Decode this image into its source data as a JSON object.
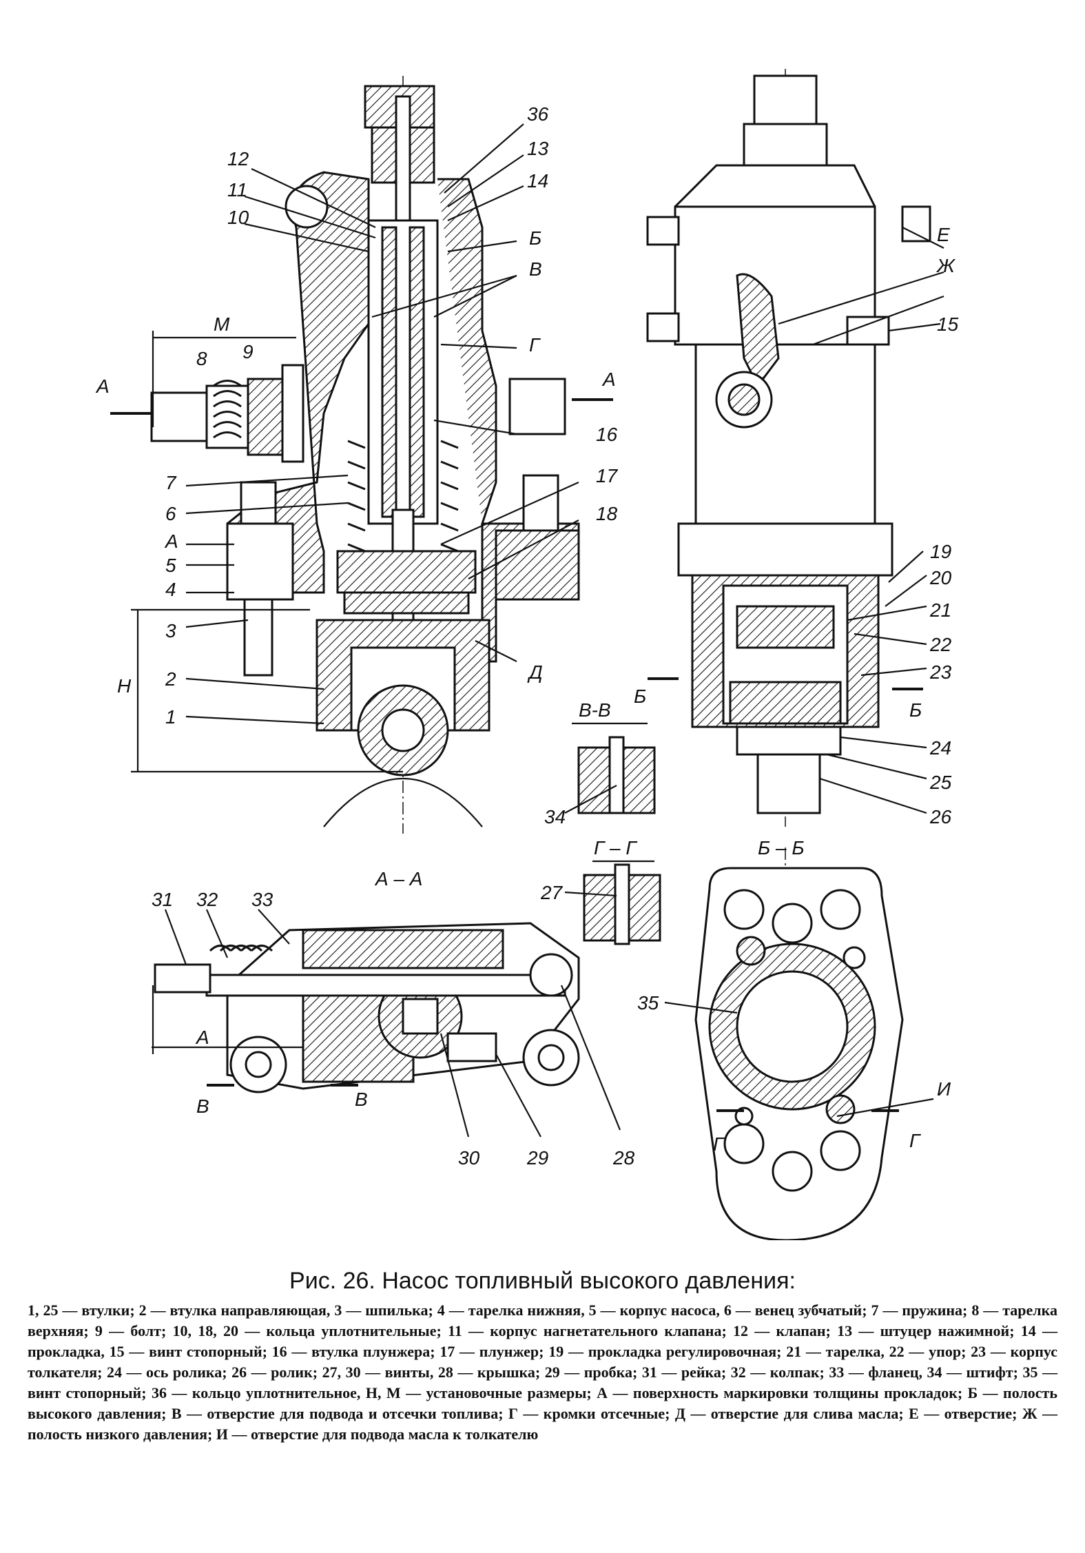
{
  "figure": {
    "caption": "Рис. 26. Насос топливный высокого давления:",
    "legend": "1, 25 — втулки; 2 — втулка направляющая, 3 — шпилька; 4 — тарелка нижняя, 5 — корпус насоса, 6 — венец зубчатый; 7 — пружина; 8 — тарелка верхняя; 9 — болт; 10, 18, 20 — кольца уплотнительные; 11 — корпус нагнетательного клапана; 12 — клапан; 13 — штуцер нажимной; 14 — прокладка, 15 — винт стопорный; 16 — втулка плунжера; 17 — плунжер; 19 — прокладка регулировочная; 21 — тарелка, 22 — упор; 23 — корпус толкателя; 24 — ось ролика; 26 — ролик; 27, 30 — винты, 28 — крышка; 29 — пробка; 31 — рейка; 32 — колпак; 33 — фланец, 34 — штифт; 35 — винт стопорный; 36 — кольцо уплотнительное, Н, М — установочные размеры; А — поверхность маркировки толщины прокладок; Б — полость высокого давления; В — отверстие для подвода и отсечки топлива; Г — кромки отсечные; Д — отверстие для слива масла; Е — отверстие; Ж — полость низкого давления; И — отверстие для подвода масла к толкателю"
  },
  "labels": {
    "n1": "1",
    "n2": "2",
    "n3": "3",
    "n4": "4",
    "n5": "5",
    "n6": "6",
    "n7": "7",
    "n8": "8",
    "n9": "9",
    "n10": "10",
    "n11": "11",
    "n12": "12",
    "n13": "13",
    "n14": "14",
    "n15": "15",
    "n16": "16",
    "n17": "17",
    "n18": "18",
    "n19": "19",
    "n20": "20",
    "n21": "21",
    "n22": "22",
    "n23": "23",
    "n24": "24",
    "n25": "25",
    "n26": "26",
    "n27": "27",
    "n28": "28",
    "n29": "29",
    "n30": "30",
    "n31": "31",
    "n32": "32",
    "n33": "33",
    "n34": "34",
    "n35": "35",
    "n36": "36",
    "M": "М",
    "H": "Н",
    "A": "А",
    "B": "Б",
    "V": "В",
    "G": "Г",
    "D": "Д",
    "E": "Е",
    "Zh": "Ж",
    "I": "И",
    "sec_AA": "А – А",
    "sec_BB": "Б – Б",
    "sec_VV": "В-В",
    "sec_GG": "Г – Г"
  }
}
